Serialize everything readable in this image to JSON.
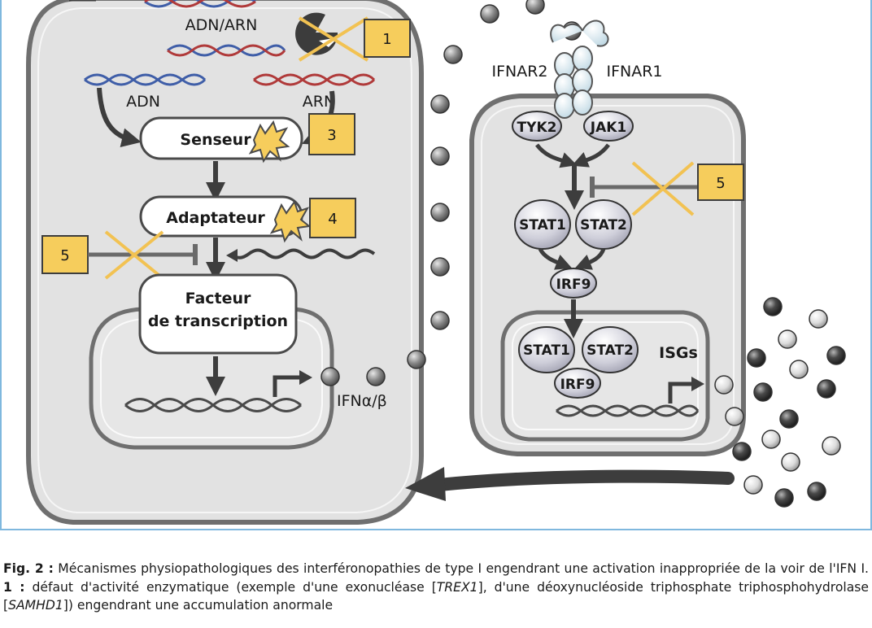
{
  "figure": {
    "left_cell": {
      "dna_rna": "ADN/ARN",
      "dna": "ADN",
      "rna": "ARN",
      "sensor": "Senseur",
      "adaptor": "Adaptateur",
      "tf_line1": "Facteur",
      "tf_line2": "de transcription",
      "ifn": "IFNα/β"
    },
    "right_cell": {
      "ifnar2": "IFNAR2",
      "ifnar1": "IFNAR1",
      "tyk2": "TYK2",
      "jak1": "JAK1",
      "stat1": "STAT1",
      "stat2": "STAT2",
      "irf9": "IRF9",
      "isgs": "ISGs"
    },
    "badges": [
      "1",
      "3",
      "4",
      "5",
      "5"
    ],
    "colors": {
      "frame_border": "#7fb8de",
      "cell_fill": "#e2e2e2",
      "cell_border": "#6f6f6f",
      "badge_fill": "#f6cd5c",
      "cross": "#f2c252",
      "arrow": "#3d3d3d",
      "dna_blue": "#3f5ea8",
      "rna_red": "#b03a3a"
    }
  },
  "caption": {
    "fig_label": "Fig. 2 :",
    "intro": " Mécanismes physiopathologiques des interféronopathies de type I engendrant une activation inappropriée de la voir de l'IFN I. ",
    "item1_label": "1 :",
    "item1_a": " défaut d'activité enzymatique (exemple d'une exonucléase [",
    "trex1": "TREX1",
    "item1_b": "], d'une déoxynucléoside triphosphate triphosphohydrolase [",
    "samhd1": "SAMHD1",
    "item1_c": "]) engendrant une accumulation anormale"
  }
}
